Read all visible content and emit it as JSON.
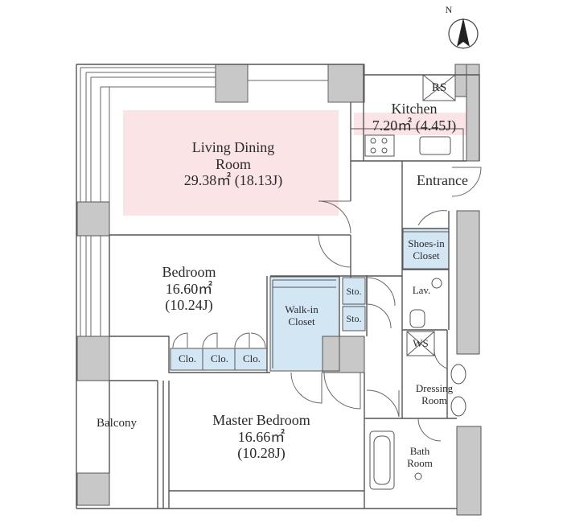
{
  "compass": {
    "letter": "N"
  },
  "rooms": {
    "living": {
      "line1": "Living Dining",
      "line2": "Room",
      "area": "29.38㎡ (18.13J)"
    },
    "kitchen": {
      "name": "Kitchen",
      "area": "7.20㎡ (4.45J)"
    },
    "rs": "RS",
    "entrance": "Entrance",
    "shoes": {
      "line1": "Shoes-in",
      "line2": "Closet"
    },
    "bedroom": {
      "name": "Bedroom",
      "area1": "16.60㎡",
      "area2": "(10.24J)"
    },
    "walkin": {
      "line1": "Walk-in",
      "line2": "Closet"
    },
    "sto1": "Sto.",
    "sto2": "Sto.",
    "lav": "Lav.",
    "ws": "WS",
    "clo1": "Clo.",
    "clo2": "Clo.",
    "clo3": "Clo.",
    "dressing": {
      "line1": "Dressing",
      "line2": "Room"
    },
    "balcony": "Balcony",
    "master": {
      "name": "Master Bedroom",
      "area1": "16.66㎡",
      "area2": "(10.28J)"
    },
    "bath": {
      "line1": "Bath",
      "line2": "Room"
    }
  },
  "colors": {
    "wall": "#c8c8c8",
    "line": "#555555",
    "living_fill": "#fbe4e6",
    "closet_fill": "#d2e6f3",
    "text": "#2a2a2a"
  }
}
